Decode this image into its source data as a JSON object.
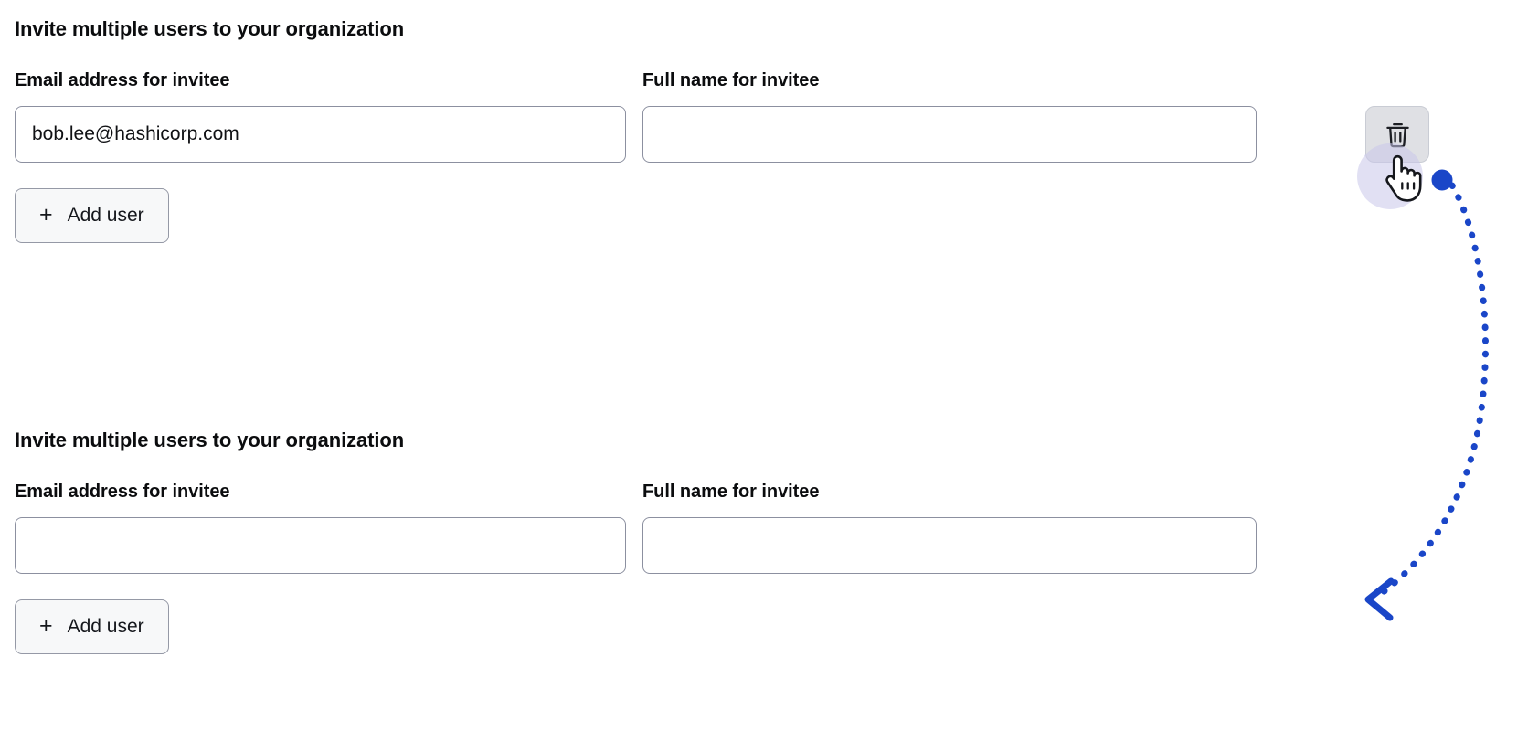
{
  "sections": [
    {
      "heading": "Invite multiple users to your organization",
      "email_label": "Email address for invitee",
      "email_value": "bob.lee@hashicorp.com",
      "email_placeholder": "",
      "name_label": "Full name for invitee",
      "name_value": "",
      "name_placeholder": "",
      "add_user_label": "Add user",
      "add_user_plus": "+",
      "has_delete_button": true,
      "delete_icon": "trash-icon"
    },
    {
      "heading": "Invite multiple users to your organization",
      "email_label": "Email address for invitee",
      "email_value": "",
      "email_placeholder": "",
      "name_label": "Full name for invitee",
      "name_value": "",
      "name_placeholder": "",
      "add_user_label": "Add user",
      "add_user_plus": "+",
      "has_delete_button": false,
      "delete_icon": ""
    }
  ],
  "annotation": {
    "cursor_icon": "hand-pointer-cursor",
    "click_marker_icon": "click-dot-marker",
    "arrow_icon": "dotted-curved-arrow",
    "accent_color": "#1a46c8",
    "halo_color": "#c9c6ea",
    "trash_button_bg": "#dfe0e4",
    "input_border_color": "#8c90a0",
    "button_bg": "#f7f8f9"
  }
}
